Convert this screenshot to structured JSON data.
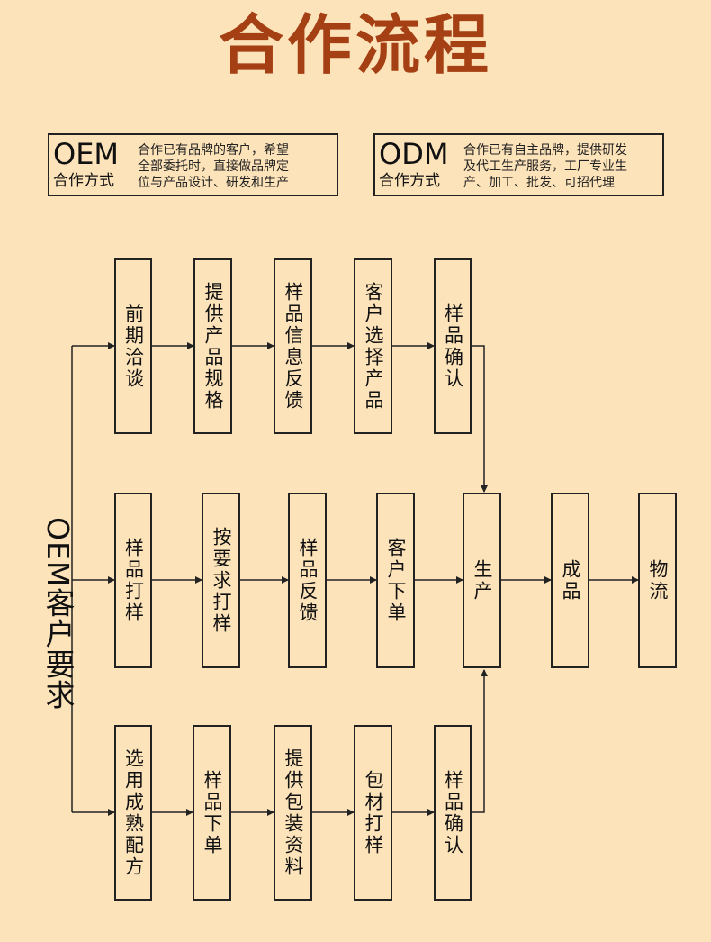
{
  "title": "合作流程",
  "oem": {
    "abbr": "OEM",
    "mode": "合作方式",
    "desc": [
      "合作已有品牌的客户，希望",
      "全部委托时，直接做品牌定",
      "位与产品设计、研发和生产"
    ]
  },
  "odm": {
    "abbr": "ODM",
    "mode": "合作方式",
    "desc": [
      "合作已有自主品牌，提供研发",
      "及代工生产服务，工厂专业生",
      "产、加工、批发、可招代理"
    ]
  },
  "side_label": "OEM客户要求",
  "row_top": [
    "前期洽谈",
    "提供产品规格",
    "样品信息反馈",
    "客户选择产品",
    "样品确认"
  ],
  "row_mid": [
    "样品打样",
    "按要求打样",
    "样品反馈",
    "客户下单",
    "生产",
    "成品",
    "物流"
  ],
  "row_bot": [
    "选用成熟配方",
    "样品下单",
    "提供包装资料",
    "包材打样",
    "样品确认"
  ],
  "colors": {
    "title": "#a53f14",
    "background": "#fde3b9",
    "line": "#222222"
  }
}
